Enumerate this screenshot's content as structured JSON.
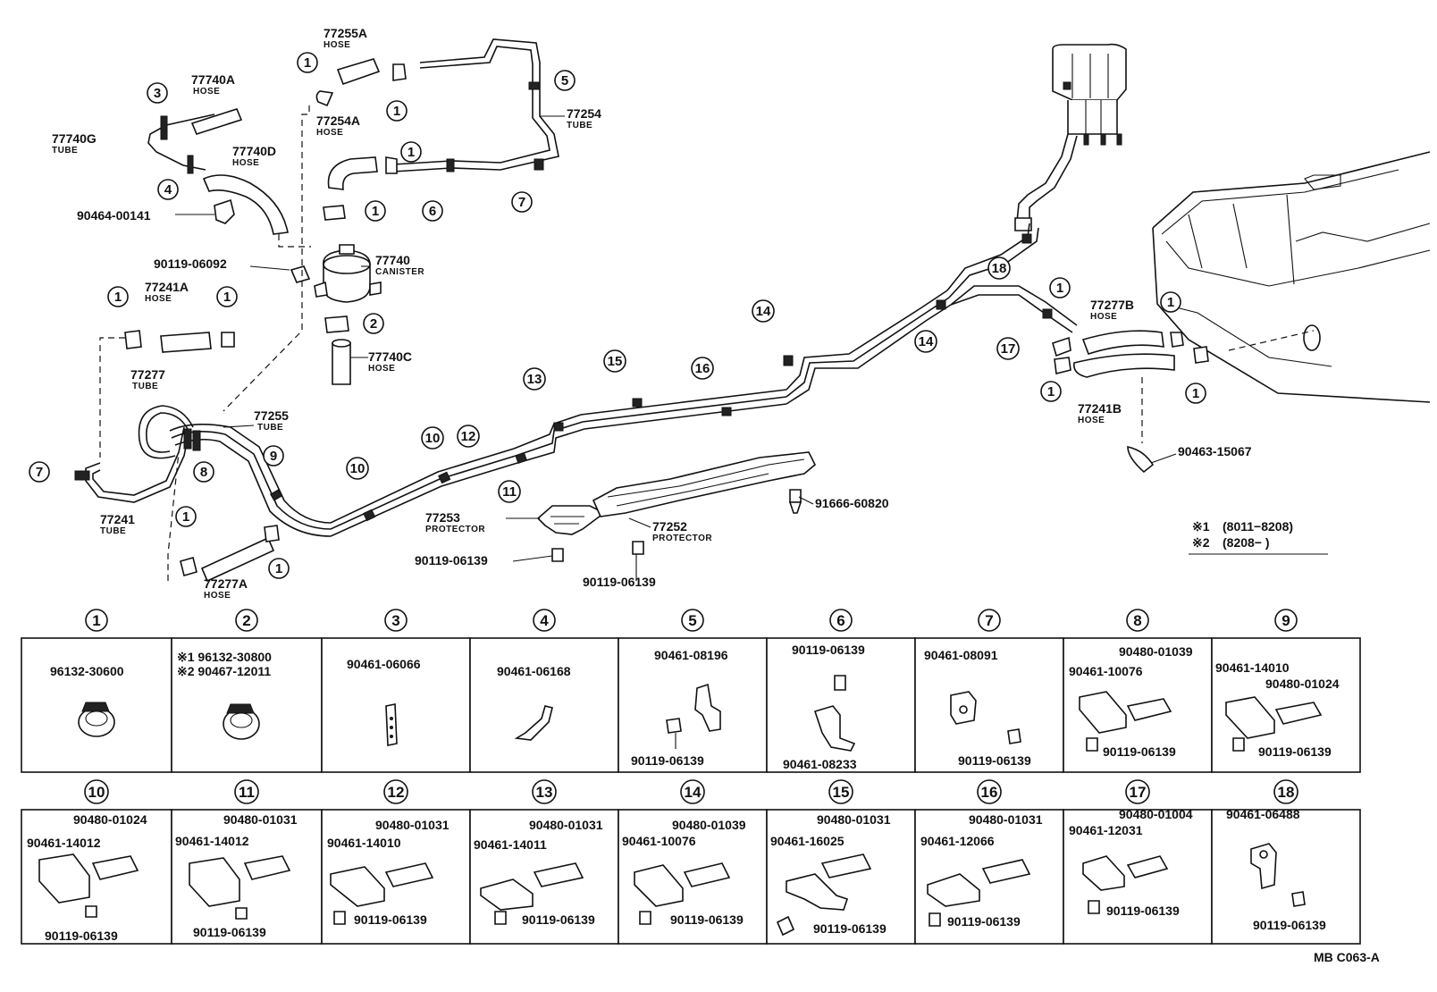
{
  "diagram": {
    "labels": {
      "hose_77255a": {
        "num": "77255A",
        "sub": "HOSE"
      },
      "hose_77740a": {
        "num": "77740A",
        "sub": "HOSE"
      },
      "tube_77740g": {
        "num": "77740G",
        "sub": "TUBE"
      },
      "hose_77740d": {
        "num": "77740D",
        "sub": "HOSE"
      },
      "hose_77254a": {
        "num": "77254A",
        "sub": "HOSE"
      },
      "tube_77254": {
        "num": "77254",
        "sub": "TUBE"
      },
      "clip_90464": {
        "num": "90464-00141"
      },
      "bolt_90119_06092": {
        "num": "90119-06092"
      },
      "canister_77740": {
        "num": "77740",
        "sub": "CANISTER"
      },
      "hose_77241a": {
        "num": "77241A",
        "sub": "HOSE"
      },
      "hose_77740c": {
        "num": "77740C",
        "sub": "HOSE"
      },
      "tube_77277": {
        "num": "77277",
        "sub": "TUBE"
      },
      "tube_77255": {
        "num": "77255",
        "sub": "TUBE"
      },
      "tube_77241": {
        "num": "77241",
        "sub": "TUBE"
      },
      "hose_77277a": {
        "num": "77277A",
        "sub": "HOSE"
      },
      "protector_77253": {
        "num": "77253",
        "sub": "PROTECTOR"
      },
      "protector_77252": {
        "num": "77252",
        "sub": "PROTECTOR"
      },
      "bolt_91666": {
        "num": "91666-60820"
      },
      "bolt_90119_a": {
        "num": "90119-06139"
      },
      "bolt_90119_b": {
        "num": "90119-06139"
      },
      "hose_77277b": {
        "num": "77277B",
        "sub": "HOSE"
      },
      "hose_77241b": {
        "num": "77241B",
        "sub": "HOSE"
      },
      "clamp_90463": {
        "num": "90463-15067"
      }
    },
    "legend": {
      "mark1": "※1",
      "range1": "(8011−8208)",
      "mark2": "※2",
      "range2": "(8208−        )"
    },
    "callouts": {
      "c1": "1",
      "c2": "2",
      "c3": "3",
      "c4": "4",
      "c5": "5",
      "c6": "6",
      "c7": "7",
      "c8": "8",
      "c9": "9",
      "c10": "10",
      "c11": "11",
      "c12": "12",
      "c13": "13",
      "c14": "14",
      "c15": "15",
      "c16": "16",
      "c17": "17",
      "c18": "18"
    },
    "code": "MB C063-A"
  },
  "parts_table": {
    "row1": [
      {
        "num": "1",
        "parts": [
          "96132-30600"
        ]
      },
      {
        "num": "2",
        "parts": [
          "※1 96132-30800",
          "※2 90467-12011"
        ]
      },
      {
        "num": "3",
        "parts": [
          "90461-06066"
        ]
      },
      {
        "num": "4",
        "parts": [
          "90461-06168"
        ]
      },
      {
        "num": "5",
        "parts": [
          "90461-08196",
          "90119-06139"
        ]
      },
      {
        "num": "6",
        "parts": [
          "90119-06139",
          "90461-08233"
        ]
      },
      {
        "num": "7",
        "parts": [
          "90461-08091",
          "90119-06139"
        ]
      },
      {
        "num": "8",
        "parts": [
          "90480-01039",
          "90461-10076",
          "90119-06139"
        ]
      },
      {
        "num": "9",
        "parts": [
          "90461-14010",
          "90480-01024",
          "90119-06139"
        ]
      }
    ],
    "row2": [
      {
        "num": "10",
        "parts": [
          "90480-01024",
          "90461-14012",
          "90119-06139"
        ]
      },
      {
        "num": "11",
        "parts": [
          "90480-01031",
          "90461-14012",
          "90119-06139"
        ]
      },
      {
        "num": "12",
        "parts": [
          "90480-01031",
          "90461-14010",
          "90119-06139"
        ]
      },
      {
        "num": "13",
        "parts": [
          "90480-01031",
          "90461-14011",
          "90119-06139"
        ]
      },
      {
        "num": "14",
        "parts": [
          "90480-01039",
          "90461-10076",
          "90119-06139"
        ]
      },
      {
        "num": "15",
        "parts": [
          "90480-01031",
          "90461-16025",
          "90119-06139"
        ]
      },
      {
        "num": "16",
        "parts": [
          "90480-01031",
          "90461-12066",
          "90119-06139"
        ]
      },
      {
        "num": "17",
        "parts": [
          "90480-01004",
          "90461-12031",
          "90119-06139"
        ]
      },
      {
        "num": "18",
        "parts": [
          "90461-06488",
          "90119-06139"
        ]
      }
    ]
  }
}
